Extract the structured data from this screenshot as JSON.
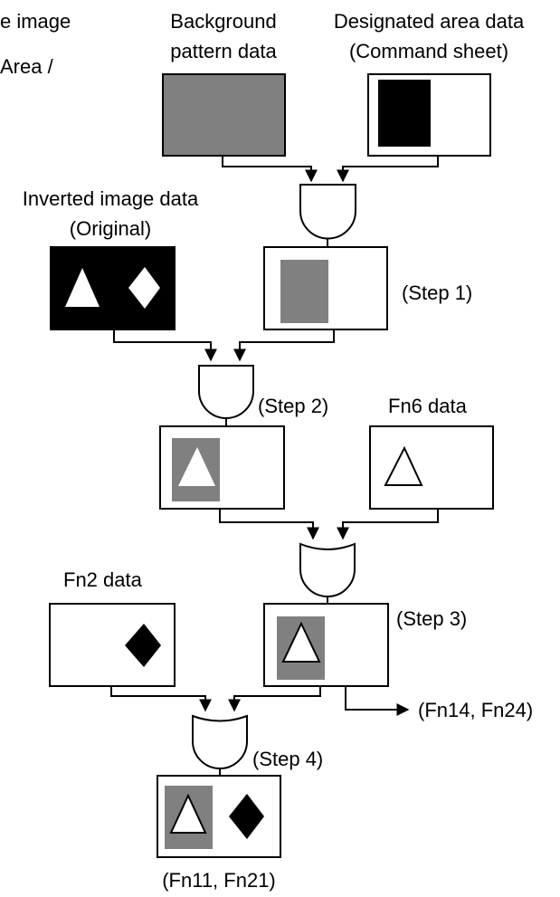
{
  "labels": {
    "cropped_top_left_1": "e image",
    "cropped_top_left_2": "Area /",
    "background_pattern_1": "Background",
    "background_pattern_2": "pattern data",
    "designated_area_1": "Designated area data",
    "designated_area_2": "(Command sheet)",
    "inverted_image_1": "Inverted image data",
    "inverted_image_2": "(Original)",
    "step1": "(Step 1)",
    "step2": "(Step 2)",
    "fn6": "Fn6 data",
    "fn2": "Fn2 data",
    "step3": "(Step 3)",
    "fn14_fn24": "(Fn14, Fn24)",
    "step4": "(Step 4)",
    "fn11_fn21": "(Fn11, Fn21)"
  },
  "colors": {
    "gray_fill": "#808080",
    "black_fill": "#000000",
    "line": "#000000",
    "background": "#ffffff"
  },
  "gates": {
    "gate1": "and-gate",
    "gate2": "and-gate",
    "gate3": "or-gate",
    "gate4": "or-gate"
  }
}
